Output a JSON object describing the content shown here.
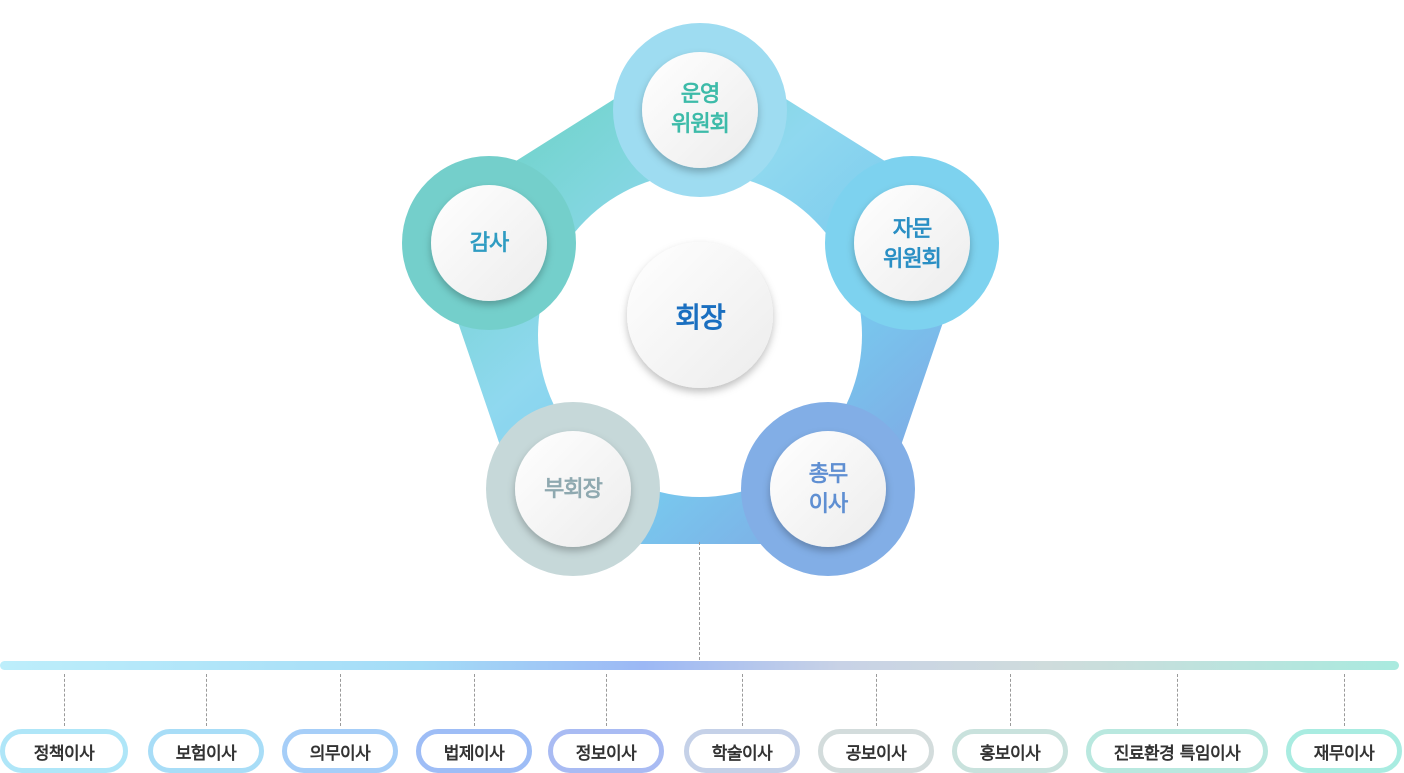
{
  "center": {
    "label": "회장",
    "color": "#1a6fc0"
  },
  "nodes": [
    {
      "id": "top",
      "label": "운영\n위원회",
      "color": "#3dbba9"
    },
    {
      "id": "right",
      "label": "자문\n위원회",
      "color": "#2a8fc4"
    },
    {
      "id": "bottom-right",
      "label": "총무\n이사",
      "color": "#5f8fd2"
    },
    {
      "id": "bottom-left",
      "label": "부회장",
      "color": "#8fa9b0"
    },
    {
      "id": "left",
      "label": "감사",
      "color": "#2f9cc2"
    }
  ],
  "directors": [
    {
      "label": "정책이사",
      "color": "#afe6f8"
    },
    {
      "label": "보험이사",
      "color": "#a8ddf7"
    },
    {
      "label": "의무이사",
      "color": "#a6cef8"
    },
    {
      "label": "법제이사",
      "color": "#9ebdf6"
    },
    {
      "label": "정보이사",
      "color": "#a9bbf3"
    },
    {
      "label": "학술이사",
      "color": "#c5d1e8"
    },
    {
      "label": "공보이사",
      "color": "#d3dcdc"
    },
    {
      "label": "홍보이사",
      "color": "#c9e2dd"
    },
    {
      "label": "진료환경 특임이사",
      "color": "#b9e8df"
    },
    {
      "label": "재무이사",
      "color": "#a9ece1"
    }
  ]
}
